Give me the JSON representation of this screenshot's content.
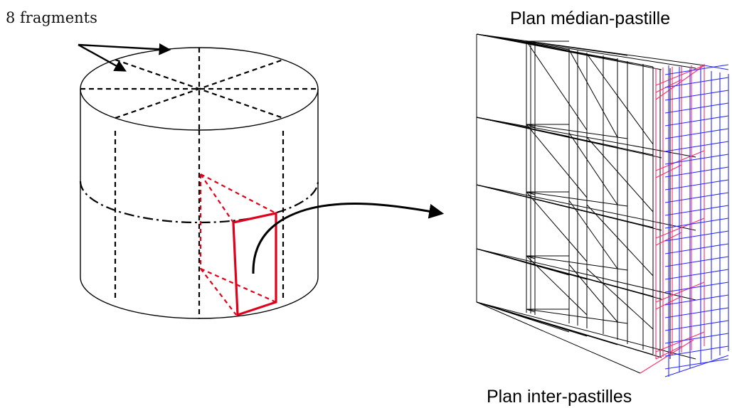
{
  "labels": {
    "fragments": "8 fragments",
    "plane_top": "Plan  médian-pastille",
    "plane_bottom": "Plan  inter-pastilles"
  },
  "colors": {
    "line": "#000000",
    "highlight": "#e0001b",
    "mesh_red": "#ff2a6a",
    "mesh_blue": "#2b2bff"
  }
}
